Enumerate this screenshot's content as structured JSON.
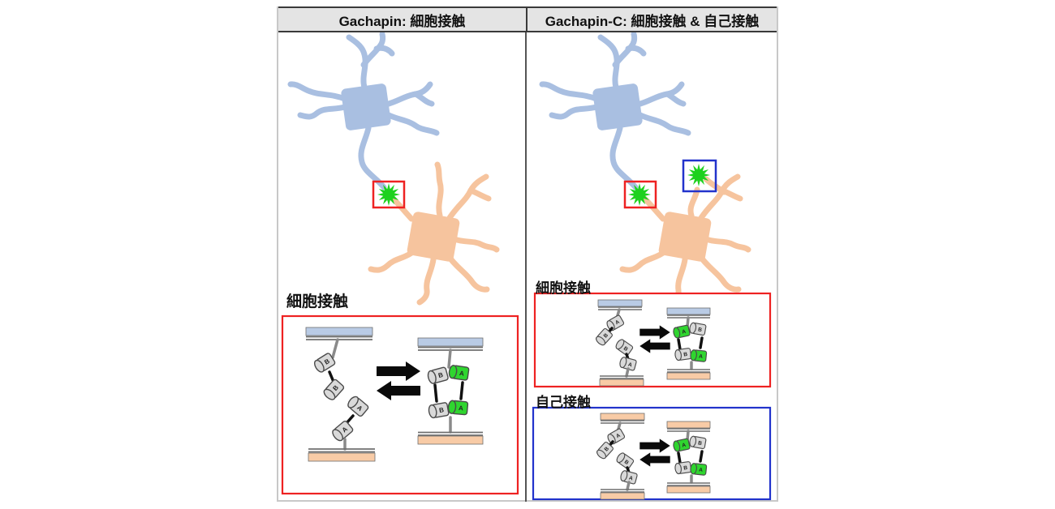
{
  "figure": {
    "headers": {
      "left": "Gachapin: 細胞接触",
      "right": "Gachapin-C: 細胞接触 & 自己接触"
    },
    "sections": {
      "left_cell_contact": "細胞接触",
      "right_cell_contact": "細胞接触",
      "right_self_contact": "自己接触"
    },
    "domain_labels": {
      "A": "A",
      "B": "B"
    }
  },
  "colors": {
    "neuron-blue": "#a9bfe1",
    "neuron-orange": "#f6c49e",
    "membrane-blue": "#b9cbe5",
    "membrane-orange": "#f8cba6",
    "membrane-line": "#6f6f6f",
    "fluorescence-green": "#1ed11e",
    "cylinder-gray": "#d9d9d9",
    "cylinder-green": "#2fd52f",
    "cylinder-stroke": "#4a4a4a",
    "contact-box-red": "#ee2222",
    "contact-box-blue": "#2233cc",
    "header-bg": "#e4e4e4",
    "header-border": "#3a3a3a",
    "panel-border": "#c8c8c8",
    "divider": "#555555",
    "stalk-gray": "#8a8a8a",
    "link-black": "#111111",
    "arrow-black": "#0a0a0a"
  }
}
